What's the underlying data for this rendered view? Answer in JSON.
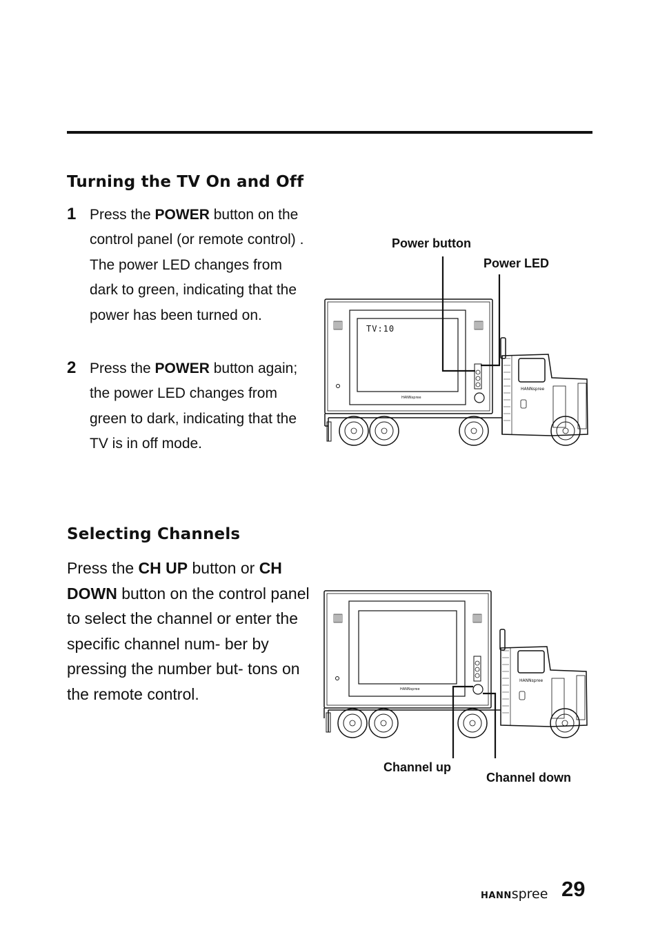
{
  "section1": {
    "heading": "Turning the TV On and Off",
    "steps": [
      {
        "num": "1",
        "pre": "Press the ",
        "bold": "POWER",
        "post": " button on the control panel (or remote control) . The power LED changes from dark to green, indicating that the power has been turned on."
      },
      {
        "num": "2",
        "pre": "Press the ",
        "bold": "POWER",
        "post": " button again; the power LED changes from green to dark, indicating that the TV is in off mode."
      }
    ],
    "figure": {
      "callout_power_button": "Power button",
      "callout_power_led": "Power LED",
      "screen_text": "TV:10",
      "bezel_brand": "HANNspree",
      "cab_brand": "HANNspree"
    }
  },
  "section2": {
    "heading": "Selecting Channels",
    "paragraph": {
      "t1": "Press the ",
      "b1": "CH UP",
      "t2": " button or ",
      "b2": "CH DOWN",
      "t3": " button on the control panel to select the channel or enter the specific channel num- ber by pressing the number but- tons on the remote control."
    },
    "figure": {
      "callout_channel_up": "Channel up",
      "callout_channel_down": "Channel down",
      "bezel_brand": "HANNspree",
      "cab_brand": "HANNspree"
    }
  },
  "footer": {
    "brand_bold": "HANN",
    "brand_regular": "spree",
    "page_number": "29"
  }
}
